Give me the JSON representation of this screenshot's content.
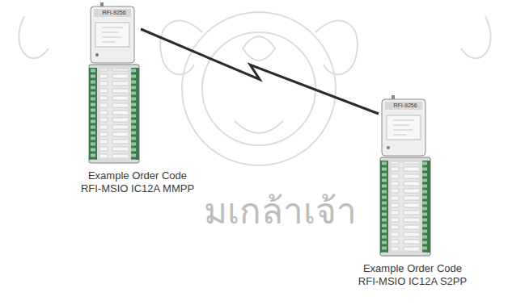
{
  "diagram": {
    "nodes": [
      {
        "text": [
          "RFI-9256",
          "Example Order Code RFI-MSIO IC12A MMPP"
        ]
      },
      {
        "text": [
          "RFI-9256",
          "Example Order Code RFI-MSIO IC12A S2PP"
        ]
      }
    ],
    "edges": [
      {
        "from": 0,
        "to": 1,
        "arrow": "none"
      }
    ],
    "labels": [
      "มเกล้าเจ้า"
    ]
  }
}
